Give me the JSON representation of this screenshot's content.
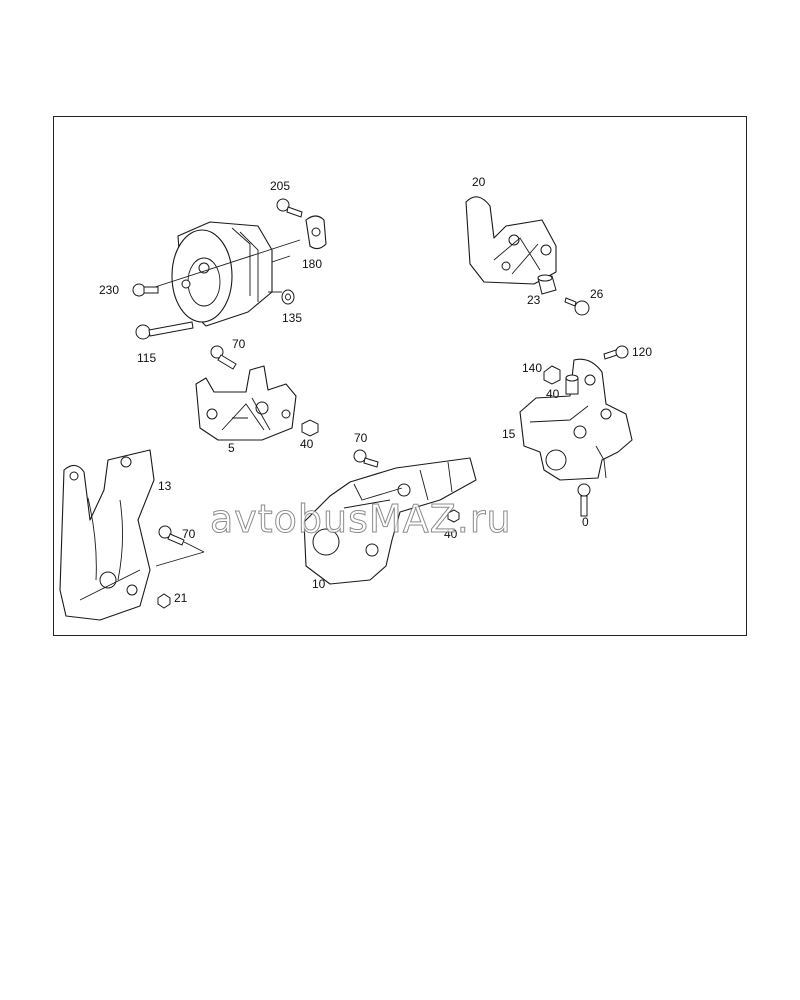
{
  "callouts": [
    {
      "id": "c205",
      "text": "205"
    },
    {
      "id": "c180",
      "text": "180"
    },
    {
      "id": "c230",
      "text": "230"
    },
    {
      "id": "c135",
      "text": "135"
    },
    {
      "id": "c115",
      "text": "115"
    },
    {
      "id": "c70a",
      "text": "70"
    },
    {
      "id": "c5",
      "text": "5"
    },
    {
      "id": "c40a",
      "text": "40"
    },
    {
      "id": "c20",
      "text": "20"
    },
    {
      "id": "c23",
      "text": "23"
    },
    {
      "id": "c26",
      "text": "26"
    },
    {
      "id": "c140",
      "text": "140"
    },
    {
      "id": "c120",
      "text": "120"
    },
    {
      "id": "c40b",
      "text": "40"
    },
    {
      "id": "c15",
      "text": "15"
    },
    {
      "id": "c70b",
      "text": "70"
    },
    {
      "id": "c40c",
      "text": "40"
    },
    {
      "id": "c70c",
      "text": "0"
    },
    {
      "id": "c10",
      "text": "10"
    },
    {
      "id": "c13",
      "text": "13"
    },
    {
      "id": "c70d",
      "text": "70"
    },
    {
      "id": "c21",
      "text": "21"
    }
  ],
  "watermark": "avtobusMAZ.ru"
}
